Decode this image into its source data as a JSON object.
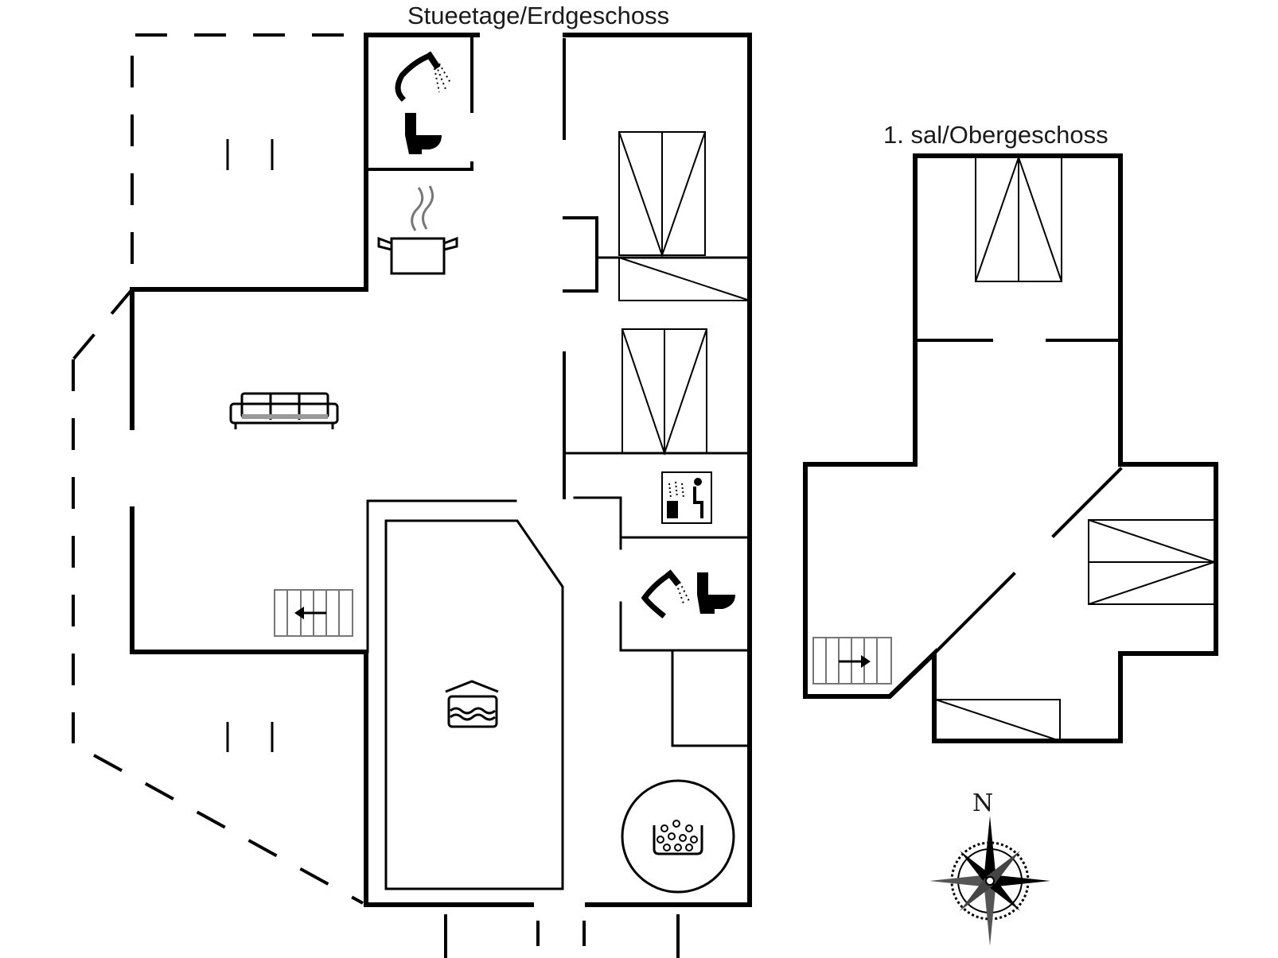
{
  "labels": {
    "ground_floor": "Stueetage/Erdgeschoss",
    "upper_floor": "1. sal/Obergeschoss",
    "north": "N"
  },
  "colors": {
    "line": "#000000",
    "background": "#ffffff",
    "icon_gray": "#777777"
  },
  "icons": {
    "shower": "shower-icon",
    "toilet": "toilet-icon",
    "kitchen": "cooking-pot-icon",
    "living": "sofa-icon",
    "stairs": "stairs-icon",
    "pool": "swimming-pool-icon",
    "sauna": "sauna-icon",
    "whirlpool": "whirlpool-icon",
    "beds": "bed-icon",
    "compass": "compass-rose-icon"
  }
}
